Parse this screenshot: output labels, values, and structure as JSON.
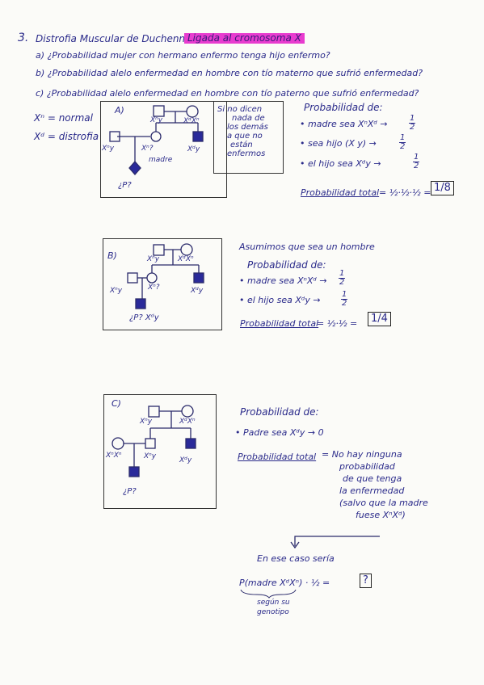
{
  "header": {
    "number": "3.",
    "title": "Distrofia Muscular de Duchenne →",
    "highlight": "Ligada al cromosoma X"
  },
  "questions": [
    "a) ¿Probabilidad mujer con hermano enfermo tenga hijo enfermo?",
    "b) ¿Probabilidad alelo enfermedad en hombre con tío materno que sufrió enfermedad?",
    "c) ¿Probabilidad alelo enfermedad en hombre con tío paterno que sufrió enfermedad?"
  ],
  "legend": {
    "normal": "Xⁿ = normal",
    "dystrophy": "Xᵈ = distrofia"
  },
  "part_a": {
    "label": "A)",
    "genotypes": [
      "Xⁿy",
      "XᵈXⁿ",
      "Xⁿy",
      "Xⁿ?",
      "Xᵈy"
    ],
    "mother_label": "madre",
    "question": "¿P?",
    "note": [
      "Si no dicen",
      "nada de",
      "los demás",
      "a que no",
      "están",
      "enfermos"
    ],
    "prob_title": "Probabilidad de:",
    "items": [
      "• madre sea XⁿXᵈ →",
      "• sea hijo (X y) →",
      "• el hijo sea Xᵈy →"
    ],
    "item_fracs": [
      "1/2",
      "1/2",
      "1/2"
    ],
    "total_label": "Probabilidad total",
    "total_calc": "= ½·½·½ =",
    "answer": "1/8"
  },
  "part_b": {
    "label": "B)",
    "genotypes": [
      "Xⁿy",
      "XᵈXⁿ",
      "Xⁿy",
      "Xⁿ?",
      "Xᵈy"
    ],
    "question": "¿P? Xᵈy",
    "assume": "Asumimos que sea un hombre",
    "prob_title": "Probabilidad de:",
    "items": [
      "• madre sea XⁿXᵈ →",
      "• el hijo sea Xᵈy →"
    ],
    "item_fracs": [
      "1/2",
      "1/2"
    ],
    "total_label": "Probabilidad total",
    "total_calc": "= ½·½ =",
    "answer": "1/4"
  },
  "part_c": {
    "label": "C)",
    "genotypes": [
      "Xⁿy",
      "XᵈXⁿ",
      "Xⁿy",
      "Xᵈy",
      "XⁿXⁿ"
    ],
    "question": "¿P?",
    "prob_title": "Probabilidad de:",
    "items": [
      "• Padre sea Xᵈy → 0"
    ],
    "total_label": "Probabilidad total",
    "total_text": [
      "= No hay ninguna",
      "probabilidad",
      "de que tenga",
      "la enfermedad",
      "(salvo que la madre",
      "fuese XⁿXᵈ)"
    ],
    "case_text": "En ese caso sería",
    "case_calc": "P(madre XᵈXⁿ) · ½ =",
    "answer": "?",
    "footnote": [
      "según su",
      "genotipo"
    ]
  }
}
